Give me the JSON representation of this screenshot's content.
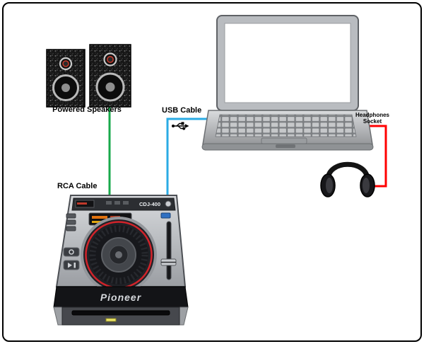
{
  "labels": {
    "speakers": "Powered Speakers",
    "usb_cable": "USB Cable",
    "rca_cable": "RCA Cable",
    "headphones_socket": "Headphones Socket"
  },
  "device": {
    "brand": "Pioneer",
    "model": "CDJ-400"
  },
  "colors": {
    "rca_cable": "#18a94b",
    "usb_cable": "#2aabe4",
    "headphone_cable": "#ff0000"
  }
}
